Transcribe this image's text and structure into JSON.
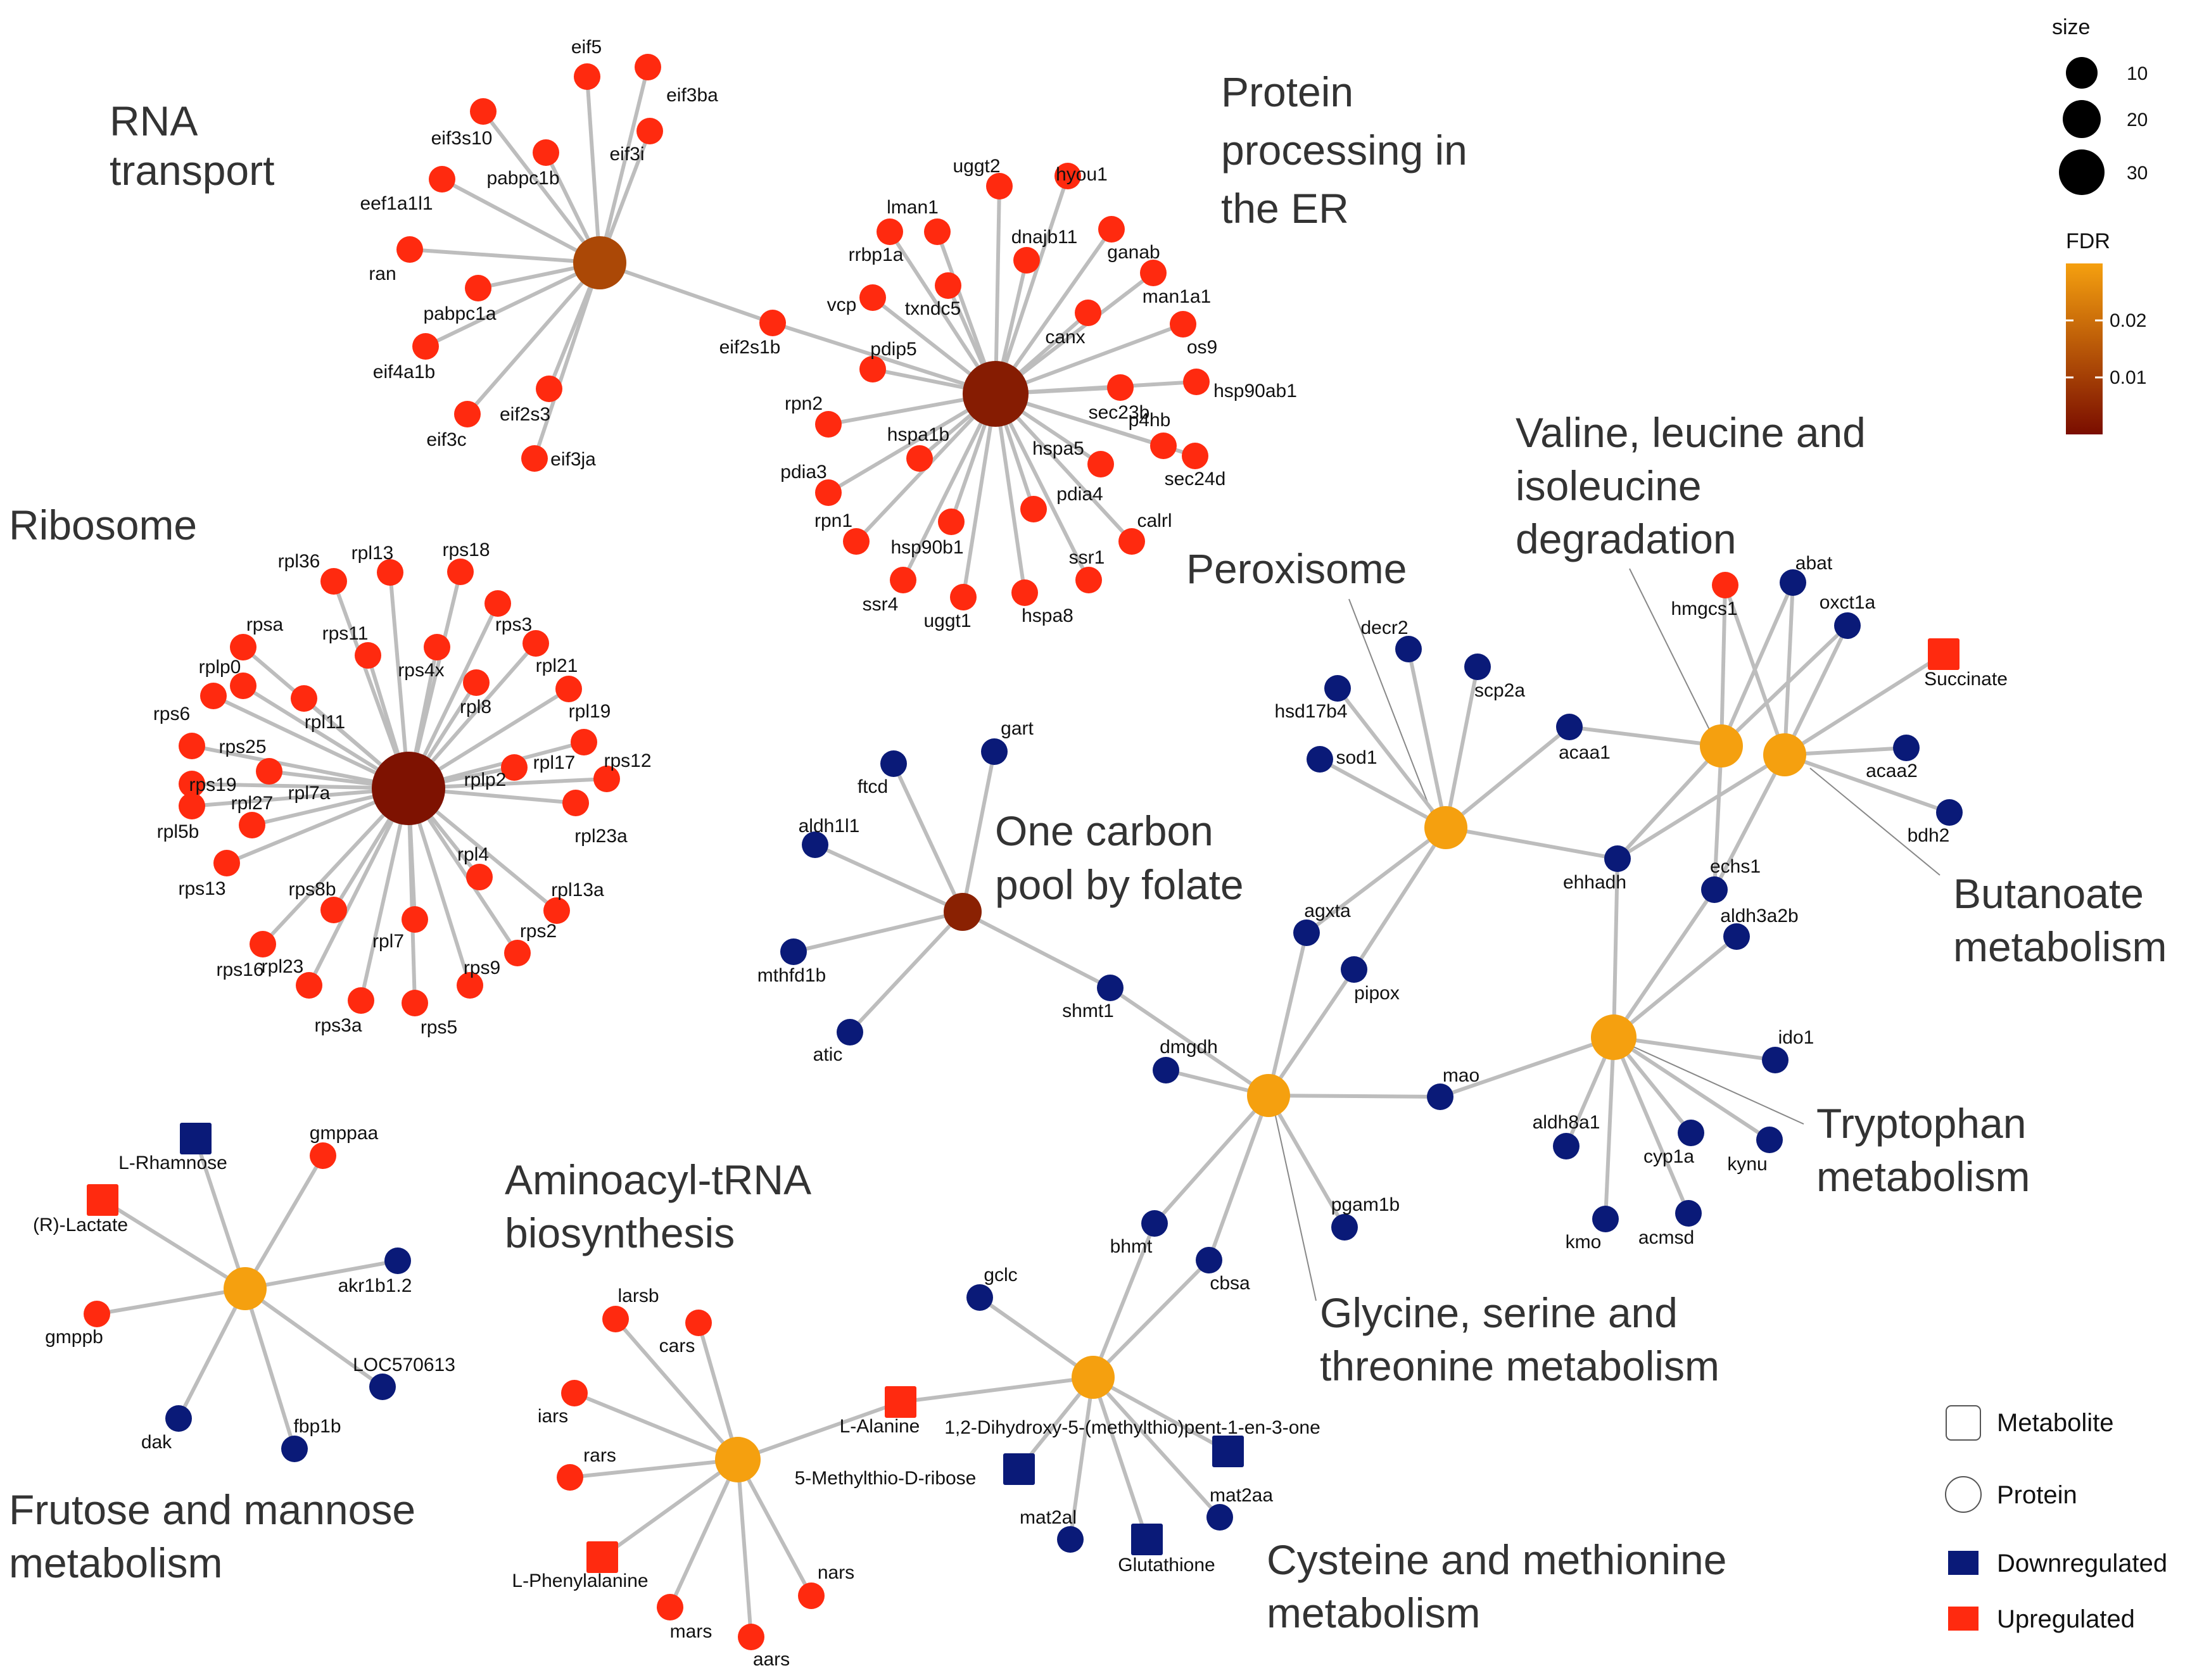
{
  "colors": {
    "upregulated": "#ff2a0f",
    "downregulated": "#0a1a78",
    "edge": "#bdbdbd",
    "leader": "#888888",
    "fdr_low": "#7a0d00",
    "fdr_high": "#f5a00f"
  },
  "pathways": [
    {
      "id": "rna",
      "lines": [
        "RNA",
        "transport"
      ]
    },
    {
      "id": "per",
      "lines": [
        "Protein",
        "processing in",
        "the ER"
      ]
    },
    {
      "id": "rib",
      "lines": [
        "Ribosome"
      ]
    },
    {
      "id": "oc",
      "lines": [
        "One carbon",
        "pool by folate"
      ]
    },
    {
      "id": "perox",
      "lines": [
        "Peroxisome"
      ]
    },
    {
      "id": "val",
      "lines": [
        "Valine, leucine and",
        "isoleucine",
        "degradation"
      ]
    },
    {
      "id": "but",
      "lines": [
        "Butanoate",
        "metabolism"
      ]
    },
    {
      "id": "trp",
      "lines": [
        "Tryptophan",
        "metabolism"
      ]
    },
    {
      "id": "gly",
      "lines": [
        "Glycine, serine and",
        "threonine metabolism"
      ]
    },
    {
      "id": "amino",
      "lines": [
        "Aminoacyl-tRNA",
        "biosynthesis"
      ]
    },
    {
      "id": "fru",
      "lines": [
        "Frutose and mannose",
        "metabolism"
      ]
    },
    {
      "id": "cys",
      "lines": [
        "Cysteine and methionine",
        "metabolism"
      ]
    }
  ],
  "hubs": [
    {
      "id": "rna",
      "fdr": 0.012
    },
    {
      "id": "er",
      "fdr": 0.003
    },
    {
      "id": "rib",
      "fdr": 0.001
    },
    {
      "id": "oc",
      "fdr": 0.004
    },
    {
      "id": "perox",
      "fdr": 0.03
    },
    {
      "id": "val",
      "fdr": 0.03
    },
    {
      "id": "but",
      "fdr": 0.03
    },
    {
      "id": "trp",
      "fdr": 0.03
    },
    {
      "id": "gly",
      "fdr": 0.03
    },
    {
      "id": "amino",
      "fdr": 0.03
    },
    {
      "id": "fru",
      "fdr": 0.03
    },
    {
      "id": "cys",
      "fdr": 0.03
    }
  ],
  "nodes": [
    {
      "label": "eif5",
      "reg": "up",
      "type": "protein",
      "hubs": [
        "rna"
      ]
    },
    {
      "label": "eif3ba",
      "reg": "up",
      "type": "protein",
      "hubs": [
        "rna"
      ]
    },
    {
      "label": "eif3s10",
      "reg": "up",
      "type": "protein",
      "hubs": [
        "rna"
      ]
    },
    {
      "label": "eif3i",
      "reg": "up",
      "type": "protein",
      "hubs": [
        "rna"
      ]
    },
    {
      "label": "pabpc1b",
      "reg": "up",
      "type": "protein",
      "hubs": [
        "rna"
      ]
    },
    {
      "label": "eef1a1l1",
      "reg": "up",
      "type": "protein",
      "hubs": [
        "rna"
      ]
    },
    {
      "label": "ran",
      "reg": "up",
      "type": "protein",
      "hubs": [
        "rna"
      ]
    },
    {
      "label": "pabpc1a",
      "reg": "up",
      "type": "protein",
      "hubs": [
        "rna"
      ]
    },
    {
      "label": "eif4a1b",
      "reg": "up",
      "type": "protein",
      "hubs": [
        "rna"
      ]
    },
    {
      "label": "eif2s3",
      "reg": "up",
      "type": "protein",
      "hubs": [
        "rna"
      ]
    },
    {
      "label": "eif3c",
      "reg": "up",
      "type": "protein",
      "hubs": [
        "rna"
      ]
    },
    {
      "label": "eif3ja",
      "reg": "up",
      "type": "protein",
      "hubs": [
        "rna"
      ]
    },
    {
      "label": "eif2s1b",
      "reg": "up",
      "type": "protein",
      "hubs": [
        "rna",
        "er"
      ]
    },
    {
      "label": "uggt2",
      "reg": "up",
      "type": "protein",
      "hubs": [
        "er"
      ]
    },
    {
      "label": "hyou1",
      "reg": "up",
      "type": "protein",
      "hubs": [
        "er"
      ]
    },
    {
      "label": "lman1",
      "reg": "up",
      "type": "protein",
      "hubs": [
        "er"
      ]
    },
    {
      "label": "dnajb11",
      "reg": "up",
      "type": "protein",
      "hubs": [
        "er"
      ]
    },
    {
      "label": "ganab",
      "reg": "up",
      "type": "protein",
      "hubs": [
        "er"
      ]
    },
    {
      "label": "rrbp1a",
      "reg": "up",
      "type": "protein",
      "hubs": [
        "er"
      ]
    },
    {
      "label": "man1a1",
      "reg": "up",
      "type": "protein",
      "hubs": [
        "er"
      ]
    },
    {
      "label": "txndc5",
      "reg": "up",
      "type": "protein",
      "hubs": [
        "er"
      ]
    },
    {
      "label": "vcp",
      "reg": "up",
      "type": "protein",
      "hubs": [
        "er"
      ]
    },
    {
      "label": "canx",
      "reg": "up",
      "type": "protein",
      "hubs": [
        "er"
      ]
    },
    {
      "label": "os9",
      "reg": "up",
      "type": "protein",
      "hubs": [
        "er"
      ]
    },
    {
      "label": "pdip5",
      "reg": "up",
      "type": "protein",
      "hubs": [
        "er"
      ]
    },
    {
      "label": "hsp90ab1",
      "reg": "up",
      "type": "protein",
      "hubs": [
        "er"
      ]
    },
    {
      "label": "rpn2",
      "reg": "up",
      "type": "protein",
      "hubs": [
        "er"
      ]
    },
    {
      "label": "sec23b",
      "reg": "up",
      "type": "protein",
      "hubs": [
        "er"
      ]
    },
    {
      "label": "p4hb",
      "reg": "up",
      "type": "protein",
      "hubs": [
        "er"
      ]
    },
    {
      "label": "hspa1b",
      "reg": "up",
      "type": "protein",
      "hubs": [
        "er"
      ]
    },
    {
      "label": "hspa5",
      "reg": "up",
      "type": "protein",
      "hubs": [
        "er"
      ]
    },
    {
      "label": "sec24d",
      "reg": "up",
      "type": "protein",
      "hubs": [
        "er"
      ]
    },
    {
      "label": "pdia3",
      "reg": "up",
      "type": "protein",
      "hubs": [
        "er"
      ]
    },
    {
      "label": "pdia4",
      "reg": "up",
      "type": "protein",
      "hubs": [
        "er"
      ]
    },
    {
      "label": "rpn1",
      "reg": "up",
      "type": "protein",
      "hubs": [
        "er"
      ]
    },
    {
      "label": "calrl",
      "reg": "up",
      "type": "protein",
      "hubs": [
        "er"
      ]
    },
    {
      "label": "hsp90b1",
      "reg": "up",
      "type": "protein",
      "hubs": [
        "er"
      ]
    },
    {
      "label": "ssr1",
      "reg": "up",
      "type": "protein",
      "hubs": [
        "er"
      ]
    },
    {
      "label": "ssr4",
      "reg": "up",
      "type": "protein",
      "hubs": [
        "er"
      ]
    },
    {
      "label": "uggt1",
      "reg": "up",
      "type": "protein",
      "hubs": [
        "er"
      ]
    },
    {
      "label": "hspa8",
      "reg": "up",
      "type": "protein",
      "hubs": [
        "er"
      ]
    },
    {
      "label": "rpl36",
      "reg": "up",
      "type": "protein",
      "hubs": [
        "rib"
      ]
    },
    {
      "label": "rpl13",
      "reg": "up",
      "type": "protein",
      "hubs": [
        "rib"
      ]
    },
    {
      "label": "rps18",
      "reg": "up",
      "type": "protein",
      "hubs": [
        "rib"
      ]
    },
    {
      "label": "rps3",
      "reg": "up",
      "type": "protein",
      "hubs": [
        "rib"
      ]
    },
    {
      "label": "rpsa",
      "reg": "up",
      "type": "protein",
      "hubs": [
        "rib"
      ]
    },
    {
      "label": "rps11",
      "reg": "up",
      "type": "protein",
      "hubs": [
        "rib"
      ]
    },
    {
      "label": "rps4x",
      "reg": "up",
      "type": "protein",
      "hubs": [
        "rib"
      ]
    },
    {
      "label": "rpl21",
      "reg": "up",
      "type": "protein",
      "hubs": [
        "rib"
      ]
    },
    {
      "label": "rplp0",
      "reg": "up",
      "type": "protein",
      "hubs": [
        "rib"
      ]
    },
    {
      "label": "rpl8",
      "reg": "up",
      "type": "protein",
      "hubs": [
        "rib"
      ]
    },
    {
      "label": "rpl19",
      "reg": "up",
      "type": "protein",
      "hubs": [
        "rib"
      ]
    },
    {
      "label": "rps6",
      "reg": "up",
      "type": "protein",
      "hubs": [
        "rib"
      ]
    },
    {
      "label": "rpl11",
      "reg": "up",
      "type": "protein",
      "hubs": [
        "rib"
      ]
    },
    {
      "label": "rps25",
      "reg": "up",
      "type": "protein",
      "hubs": [
        "rib"
      ]
    },
    {
      "label": "rpl17",
      "reg": "up",
      "type": "protein",
      "hubs": [
        "rib"
      ]
    },
    {
      "label": "rps12",
      "reg": "up",
      "type": "protein",
      "hubs": [
        "rib"
      ]
    },
    {
      "label": "rps19",
      "reg": "up",
      "type": "protein",
      "hubs": [
        "rib"
      ]
    },
    {
      "label": "rpl7a",
      "reg": "up",
      "type": "protein",
      "hubs": [
        "rib"
      ]
    },
    {
      "label": "rplp2",
      "reg": "up",
      "type": "protein",
      "hubs": [
        "rib"
      ]
    },
    {
      "label": "rpl5b",
      "reg": "up",
      "type": "protein",
      "hubs": [
        "rib"
      ]
    },
    {
      "label": "rpl27",
      "reg": "up",
      "type": "protein",
      "hubs": [
        "rib"
      ]
    },
    {
      "label": "rpl23a",
      "reg": "up",
      "type": "protein",
      "hubs": [
        "rib"
      ]
    },
    {
      "label": "rpl4",
      "reg": "up",
      "type": "protein",
      "hubs": [
        "rib"
      ]
    },
    {
      "label": "rps13",
      "reg": "up",
      "type": "protein",
      "hubs": [
        "rib"
      ]
    },
    {
      "label": "rps8b",
      "reg": "up",
      "type": "protein",
      "hubs": [
        "rib"
      ]
    },
    {
      "label": "rpl13a",
      "reg": "up",
      "type": "protein",
      "hubs": [
        "rib"
      ]
    },
    {
      "label": "rps16",
      "reg": "up",
      "type": "protein",
      "hubs": [
        "rib"
      ]
    },
    {
      "label": "rps2",
      "reg": "up",
      "type": "protein",
      "hubs": [
        "rib"
      ]
    },
    {
      "label": "rpl7",
      "reg": "up",
      "type": "protein",
      "hubs": [
        "rib"
      ]
    },
    {
      "label": "rpl23",
      "reg": "up",
      "type": "protein",
      "hubs": [
        "rib"
      ]
    },
    {
      "label": "rps9",
      "reg": "up",
      "type": "protein",
      "hubs": [
        "rib"
      ]
    },
    {
      "label": "rps3a",
      "reg": "up",
      "type": "protein",
      "hubs": [
        "rib"
      ]
    },
    {
      "label": "rps5",
      "reg": "up",
      "type": "protein",
      "hubs": [
        "rib"
      ]
    },
    {
      "label": "gart",
      "reg": "down",
      "type": "protein",
      "hubs": [
        "oc"
      ]
    },
    {
      "label": "ftcd",
      "reg": "down",
      "type": "protein",
      "hubs": [
        "oc"
      ]
    },
    {
      "label": "aldh1l1",
      "reg": "down",
      "type": "protein",
      "hubs": [
        "oc"
      ]
    },
    {
      "label": "mthfd1b",
      "reg": "down",
      "type": "protein",
      "hubs": [
        "oc"
      ]
    },
    {
      "label": "atic",
      "reg": "down",
      "type": "protein",
      "hubs": [
        "oc"
      ]
    },
    {
      "label": "shmt1",
      "reg": "down",
      "type": "protein",
      "hubs": [
        "oc",
        "gly"
      ]
    },
    {
      "label": "decr2",
      "reg": "down",
      "type": "protein",
      "hubs": [
        "perox"
      ]
    },
    {
      "label": "scp2a",
      "reg": "down",
      "type": "protein",
      "hubs": [
        "perox"
      ]
    },
    {
      "label": "hsd17b4",
      "reg": "down",
      "type": "protein",
      "hubs": [
        "perox"
      ]
    },
    {
      "label": "sod1",
      "reg": "down",
      "type": "protein",
      "hubs": [
        "perox"
      ]
    },
    {
      "label": "acaa1",
      "reg": "down",
      "type": "protein",
      "hubs": [
        "perox",
        "val"
      ]
    },
    {
      "label": "agxta",
      "reg": "down",
      "type": "protein",
      "hubs": [
        "perox",
        "gly"
      ]
    },
    {
      "label": "pipox",
      "reg": "down",
      "type": "protein",
      "hubs": [
        "perox",
        "gly"
      ]
    },
    {
      "label": "ehhadh",
      "reg": "down",
      "type": "protein",
      "hubs": [
        "perox",
        "val",
        "but",
        "trp"
      ]
    },
    {
      "label": "hmgcs1",
      "reg": "up",
      "type": "protein",
      "hubs": [
        "val",
        "but"
      ]
    },
    {
      "label": "abat",
      "reg": "down",
      "type": "protein",
      "hubs": [
        "val",
        "but"
      ]
    },
    {
      "label": "oxct1a",
      "reg": "down",
      "type": "protein",
      "hubs": [
        "val",
        "but"
      ]
    },
    {
      "label": "Succinate",
      "reg": "up",
      "type": "metabolite",
      "hubs": [
        "but"
      ]
    },
    {
      "label": "acaa2",
      "reg": "down",
      "type": "protein",
      "hubs": [
        "but"
      ]
    },
    {
      "label": "bdh2",
      "reg": "down",
      "type": "protein",
      "hubs": [
        "but"
      ]
    },
    {
      "label": "echs1",
      "reg": "down",
      "type": "protein",
      "hubs": [
        "val",
        "but",
        "trp"
      ]
    },
    {
      "label": "aldh3a2b",
      "reg": "down",
      "type": "protein",
      "hubs": [
        "trp"
      ]
    },
    {
      "label": "ido1",
      "reg": "down",
      "type": "protein",
      "hubs": [
        "trp"
      ]
    },
    {
      "label": "kynu",
      "reg": "down",
      "type": "protein",
      "hubs": [
        "trp"
      ]
    },
    {
      "label": "aldh8a1",
      "reg": "down",
      "type": "protein",
      "hubs": [
        "trp"
      ]
    },
    {
      "label": "cyp1a",
      "reg": "down",
      "type": "protein",
      "hubs": [
        "trp"
      ]
    },
    {
      "label": "kmo",
      "reg": "down",
      "type": "protein",
      "hubs": [
        "trp"
      ]
    },
    {
      "label": "acmsd",
      "reg": "down",
      "type": "protein",
      "hubs": [
        "trp"
      ]
    },
    {
      "label": "mao",
      "reg": "down",
      "type": "protein",
      "hubs": [
        "trp",
        "gly"
      ]
    },
    {
      "label": "dmgdh",
      "reg": "down",
      "type": "protein",
      "hubs": [
        "gly"
      ]
    },
    {
      "label": "pgam1b",
      "reg": "down",
      "type": "protein",
      "hubs": [
        "gly"
      ]
    },
    {
      "label": "bhmt",
      "reg": "down",
      "type": "protein",
      "hubs": [
        "gly",
        "cys"
      ]
    },
    {
      "label": "cbsa",
      "reg": "down",
      "type": "protein",
      "hubs": [
        "gly",
        "cys"
      ]
    },
    {
      "label": "gclc",
      "reg": "down",
      "type": "protein",
      "hubs": [
        "cys"
      ]
    },
    {
      "label": "1,2-Dihydroxy-5-(methylthio)pent-1-en-3-one",
      "reg": "down",
      "type": "metabolite",
      "hubs": [
        "cys"
      ]
    },
    {
      "label": "5-Methylthio-D-ribose",
      "reg": "down",
      "type": "metabolite",
      "hubs": [
        "cys"
      ]
    },
    {
      "label": "mat2aa",
      "reg": "down",
      "type": "protein",
      "hubs": [
        "cys"
      ]
    },
    {
      "label": "mat2al",
      "reg": "down",
      "type": "protein",
      "hubs": [
        "cys"
      ]
    },
    {
      "label": "Glutathione",
      "reg": "down",
      "type": "metabolite",
      "hubs": [
        "cys"
      ]
    },
    {
      "label": "L-Alanine",
      "reg": "up",
      "type": "metabolite",
      "hubs": [
        "cys",
        "amino"
      ]
    },
    {
      "label": "larsb",
      "reg": "up",
      "type": "protein",
      "hubs": [
        "amino"
      ]
    },
    {
      "label": "cars",
      "reg": "up",
      "type": "protein",
      "hubs": [
        "amino"
      ]
    },
    {
      "label": "iars",
      "reg": "up",
      "type": "protein",
      "hubs": [
        "amino"
      ]
    },
    {
      "label": "rars",
      "reg": "up",
      "type": "protein",
      "hubs": [
        "amino"
      ]
    },
    {
      "label": "L-Phenylalanine",
      "reg": "up",
      "type": "metabolite",
      "hubs": [
        "amino"
      ]
    },
    {
      "label": "mars",
      "reg": "up",
      "type": "protein",
      "hubs": [
        "amino"
      ]
    },
    {
      "label": "aars",
      "reg": "up",
      "type": "protein",
      "hubs": [
        "amino"
      ]
    },
    {
      "label": "nars",
      "reg": "up",
      "type": "protein",
      "hubs": [
        "amino"
      ]
    },
    {
      "label": "L-Rhamnose",
      "reg": "down",
      "type": "metabolite",
      "hubs": [
        "fru"
      ]
    },
    {
      "label": "gmppaa",
      "reg": "up",
      "type": "protein",
      "hubs": [
        "fru"
      ]
    },
    {
      "label": "(R)-Lactate",
      "reg": "up",
      "type": "metabolite",
      "hubs": [
        "fru"
      ]
    },
    {
      "label": "akr1b1.2",
      "reg": "down",
      "type": "protein",
      "hubs": [
        "fru"
      ]
    },
    {
      "label": "gmppb",
      "reg": "up",
      "type": "protein",
      "hubs": [
        "fru"
      ]
    },
    {
      "label": "LOC570613",
      "reg": "down",
      "type": "protein",
      "hubs": [
        "fru"
      ]
    },
    {
      "label": "dak",
      "reg": "down",
      "type": "protein",
      "hubs": [
        "fru"
      ]
    },
    {
      "label": "fbp1b",
      "reg": "down",
      "type": "protein",
      "hubs": [
        "fru"
      ]
    }
  ],
  "legend": {
    "size_title": "size",
    "size_items": [
      {
        "label": "10",
        "value": 10
      },
      {
        "label": "20",
        "value": 20
      },
      {
        "label": "30",
        "value": 30
      }
    ],
    "fdr_title": "FDR",
    "fdr_ticks": [
      {
        "label": "0.02",
        "value": 0.02
      },
      {
        "label": "0.01",
        "value": 0.01
      }
    ],
    "fdr_range": [
      0,
      0.03
    ],
    "shape_items": [
      {
        "label": "Metabolite",
        "kind": "metabolite"
      },
      {
        "label": "Protein",
        "kind": "protein"
      },
      {
        "label": "Downregulated",
        "kind": "down"
      },
      {
        "label": "Upregulated",
        "kind": "up"
      }
    ]
  }
}
